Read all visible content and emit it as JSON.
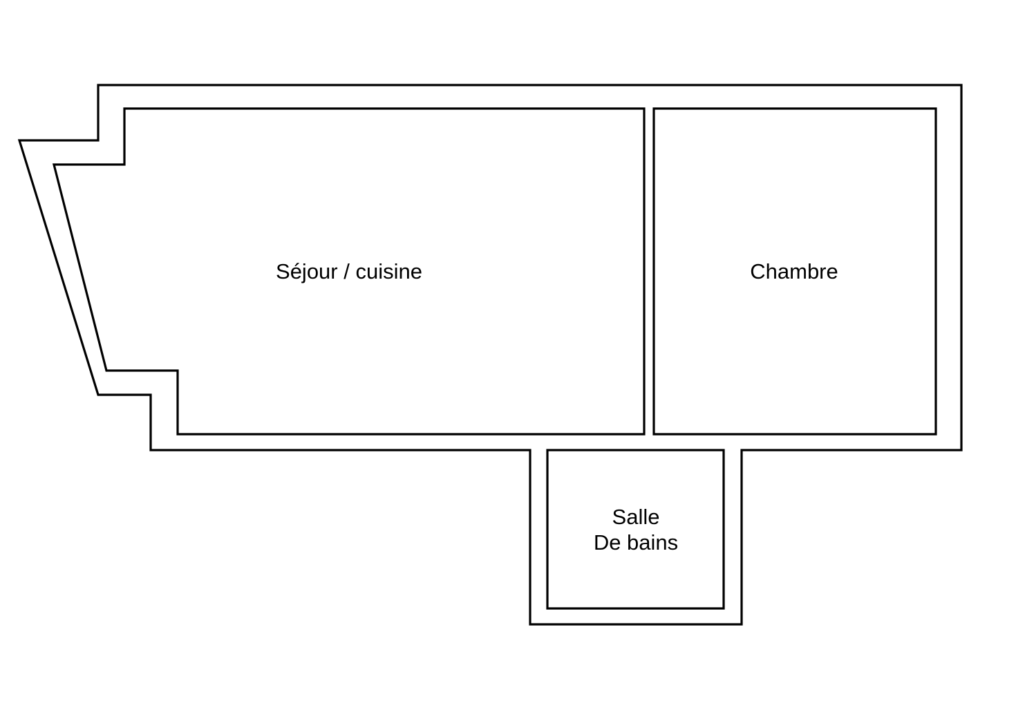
{
  "colors": {
    "background": "#ffffff",
    "walls": "#000000",
    "text": "#000000"
  },
  "rooms": {
    "sejour": {
      "label": "Séjour / cuisine"
    },
    "chambre": {
      "label": "Chambre"
    },
    "salle_de_bains": {
      "label_line1": "Salle",
      "label_line2": "De bains"
    }
  }
}
